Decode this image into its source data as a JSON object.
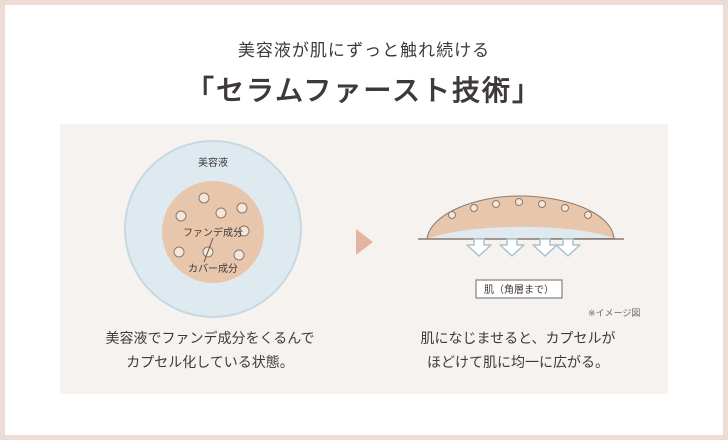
{
  "header": {
    "subtitle": "美容液が肌にずっと触れ続ける",
    "title": "「セラムファースト技術」"
  },
  "left_diagram": {
    "outer_label": "美容液",
    "inner_label": "ファンデ成分",
    "cover_label": "カバー成分",
    "caption_line1": "美容液でファンデ成分をくるんで",
    "caption_line2": "カプセル化している状態。"
  },
  "right_diagram": {
    "skin_label": "肌（角層まで）",
    "note": "※イメージ図",
    "caption_line1": "肌になじませると、カプセルが",
    "caption_line2": "ほどけて肌に均一に広がる。"
  },
  "colors": {
    "background": "#ecdcd4",
    "panel": "#f6f2ef",
    "serum_blue": "#dfeaf0",
    "serum_stroke": "#c7d8e2",
    "foundation": "#e8c6ab",
    "accent_arrow": "#e5b4a1",
    "text": "#3e3a39"
  }
}
